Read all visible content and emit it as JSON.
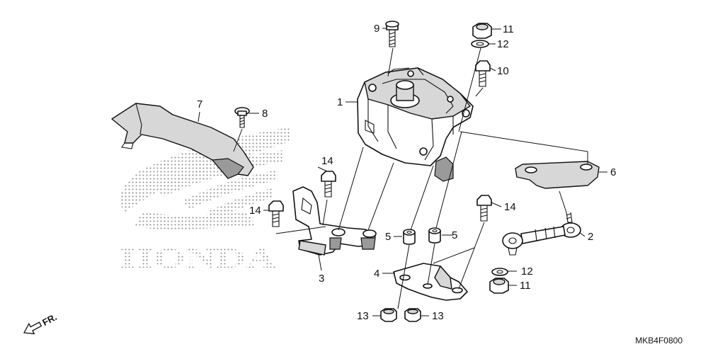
{
  "watermark": {
    "brand": "HONDA"
  },
  "diagram_code": "MKB4F0800",
  "direction_label": "FR.",
  "callouts": {
    "c1": "1",
    "c2": "2",
    "c3": "3",
    "c4": "4",
    "c5a": "5",
    "c5b": "5",
    "c6": "6",
    "c7": "7",
    "c8": "8",
    "c9": "9",
    "c10": "10",
    "c11a": "11",
    "c11b": "11",
    "c12a": "12",
    "c12b": "12",
    "c13a": "13",
    "c13b": "13",
    "c14a": "14",
    "c14b": "14",
    "c14c": "14"
  }
}
